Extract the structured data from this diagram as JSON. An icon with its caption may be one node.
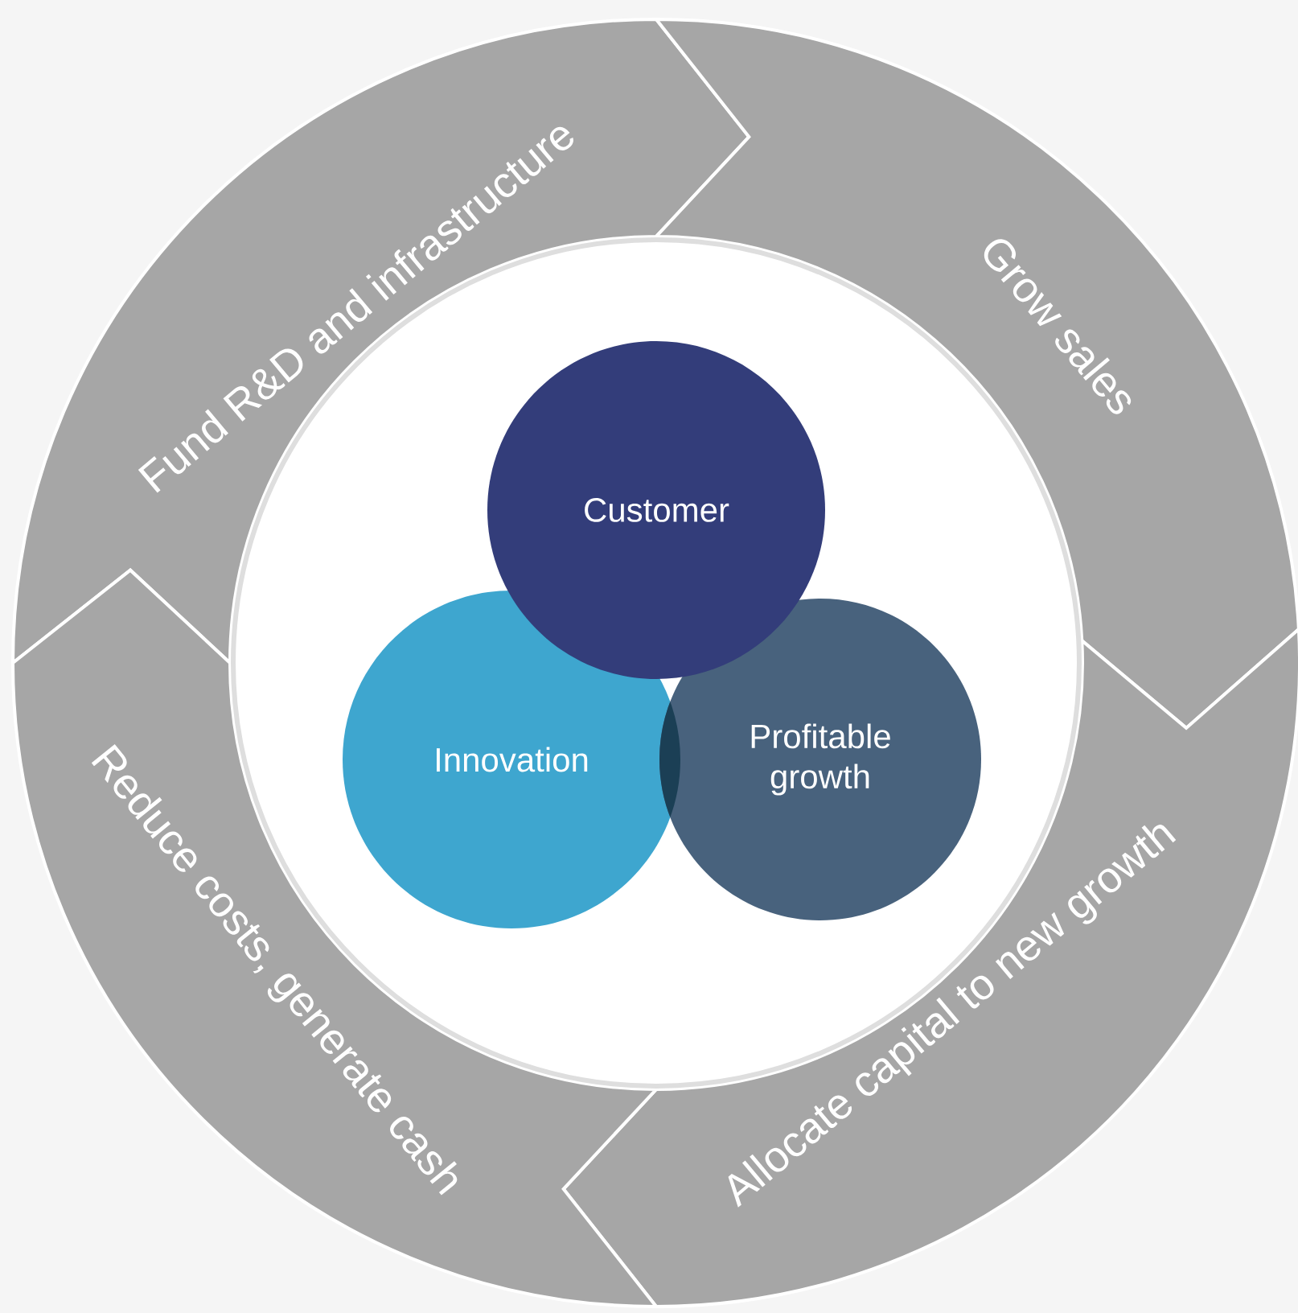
{
  "diagram": {
    "nodes": [
      {
        "text": [
          "Fund R&D and infrastructure"
        ]
      },
      {
        "text": [
          "Grow sales"
        ]
      },
      {
        "text": [
          "Allocate capital to new growth"
        ]
      },
      {
        "text": [
          "Reduce costs, generate cash"
        ]
      },
      {
        "text": [
          "Customer"
        ]
      },
      {
        "text": [
          "Innovation"
        ]
      },
      {
        "text": [
          "Profitable growth"
        ]
      }
    ]
  }
}
